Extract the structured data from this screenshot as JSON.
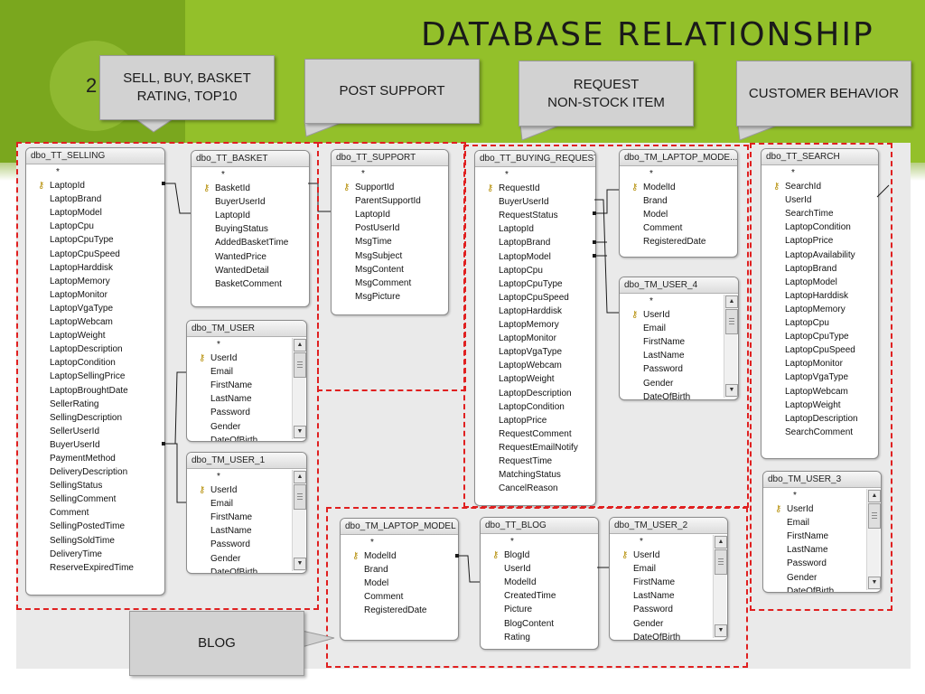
{
  "slide": {
    "title": "DATABASE RELATIONSHIP",
    "number": "2"
  },
  "callouts": {
    "sell": "SELL, BUY, BASKET\nRATING, TOP10",
    "support": "POST SUPPORT",
    "request": "REQUEST\nNON-STOCK ITEM",
    "customer": "CUSTOMER BEHAVIOR",
    "blog": "BLOG"
  },
  "tables": {
    "selling": {
      "name": "dbo_TT_SELLING",
      "fields": [
        "LaptopId",
        "LaptopBrand",
        "LaptopModel",
        "LaptopCpu",
        "LaptopCpuType",
        "LaptopCpuSpeed",
        "LaptopHarddisk",
        "LaptopMemory",
        "LaptopMonitor",
        "LaptopVgaType",
        "LaptopWebcam",
        "LaptopWeight",
        "LaptopDescription",
        "LaptopCondition",
        "LaptopSellingPrice",
        "LaptopBroughtDate",
        "SellerRating",
        "SellingDescription",
        "SellerUserId",
        "BuyerUserId",
        "PaymentMethod",
        "DeliveryDescription",
        "SellingStatus",
        "SellingComment",
        "Comment",
        "SellingPostedTime",
        "SellingSoldTime",
        "DeliveryTime",
        "ReserveExpiredTime"
      ]
    },
    "basket": {
      "name": "dbo_TT_BASKET",
      "fields": [
        "BasketId",
        "BuyerUserId",
        "LaptopId",
        "BuyingStatus",
        "AddedBasketTime",
        "WantedPrice",
        "WantedDetail",
        "BasketComment"
      ]
    },
    "user": {
      "name": "dbo_TM_USER",
      "fields": [
        "UserId",
        "Email",
        "FirstName",
        "LastName",
        "Password",
        "Gender",
        "DateOfBirth"
      ]
    },
    "user1": {
      "name": "dbo_TM_USER_1",
      "fields": [
        "UserId",
        "Email",
        "FirstName",
        "LastName",
        "Password",
        "Gender",
        "DateOfBirth"
      ]
    },
    "support": {
      "name": "dbo_TT_SUPPORT",
      "fields": [
        "SupportId",
        "ParentSupportId",
        "LaptopId",
        "PostUserId",
        "MsgTime",
        "MsgSubject",
        "MsgContent",
        "MsgComment",
        "MsgPicture"
      ]
    },
    "buying": {
      "name": "dbo_TT_BUYING_REQUEST",
      "fields": [
        "RequestId",
        "BuyerUserId",
        "RequestStatus",
        "LaptopId",
        "LaptopBrand",
        "LaptopModel",
        "LaptopCpu",
        "LaptopCpuType",
        "LaptopCpuSpeed",
        "LaptopHarddisk",
        "LaptopMemory",
        "LaptopMonitor",
        "LaptopVgaType",
        "LaptopWebcam",
        "LaptopWeight",
        "LaptopDescription",
        "LaptopCondition",
        "LaptopPrice",
        "RequestComment",
        "RequestEmailNotify",
        "RequestTime",
        "MatchingStatus",
        "CancelReason"
      ]
    },
    "laptopModelTop": {
      "name": "dbo_TM_LAPTOP_MODE...",
      "fields": [
        "ModelId",
        "Brand",
        "Model",
        "Comment",
        "RegisteredDate"
      ]
    },
    "user4": {
      "name": "dbo_TM_USER_4",
      "fields": [
        "UserId",
        "Email",
        "FirstName",
        "LastName",
        "Password",
        "Gender",
        "DateOfBirth"
      ]
    },
    "search": {
      "name": "dbo_TT_SEARCH",
      "fields": [
        "SearchId",
        "UserId",
        "SearchTime",
        "LaptopCondition",
        "LaptopPrice",
        "LaptopAvailability",
        "LaptopBrand",
        "LaptopModel",
        "LaptopHarddisk",
        "LaptopMemory",
        "LaptopCpu",
        "LaptopCpuType",
        "LaptopCpuSpeed",
        "LaptopMonitor",
        "LaptopVgaType",
        "LaptopWebcam",
        "LaptopWeight",
        "LaptopDescription",
        "SearchComment"
      ]
    },
    "user3": {
      "name": "dbo_TM_USER_3",
      "fields": [
        "UserId",
        "Email",
        "FirstName",
        "LastName",
        "Password",
        "Gender",
        "DateOfBirth"
      ]
    },
    "laptopModel": {
      "name": "dbo_TM_LAPTOP_MODEL",
      "fields": [
        "ModelId",
        "Brand",
        "Model",
        "Comment",
        "RegisteredDate"
      ]
    },
    "blog": {
      "name": "dbo_TT_BLOG",
      "fields": [
        "BlogId",
        "UserId",
        "ModelId",
        "CreatedTime",
        "Picture",
        "BlogContent",
        "Rating"
      ]
    },
    "user2": {
      "name": "dbo_TM_USER_2",
      "fields": [
        "UserId",
        "Email",
        "FirstName",
        "LastName",
        "Password",
        "Gender",
        "DateOfBirth"
      ]
    }
  },
  "icons": {
    "primary_key": "key-icon",
    "scroll_up": "chevron-up-icon",
    "scroll_down": "chevron-down-icon"
  },
  "colors": {
    "accent_dark": "#7aa71e",
    "accent_light": "#93c02a",
    "group_border": "#e02020"
  }
}
